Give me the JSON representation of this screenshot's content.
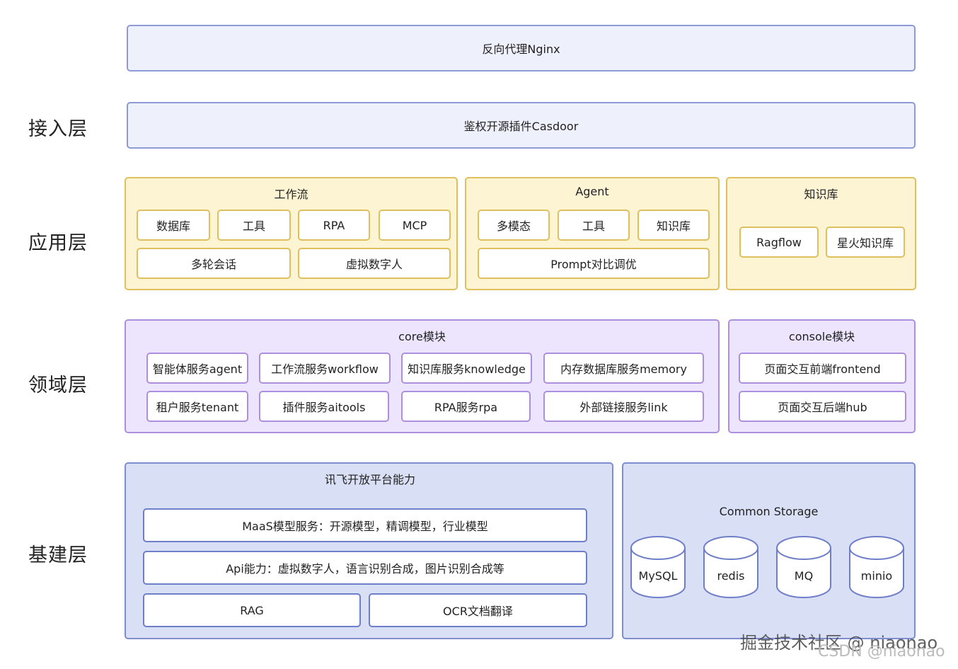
{
  "layers": {
    "access": "接入层",
    "application": "应用层",
    "domain": "领域层",
    "infrastructure": "基建层"
  },
  "access": {
    "nginx": "反向代理Nginx",
    "casdoor": "鉴权开源插件Casdoor"
  },
  "application": {
    "workflow": {
      "title": "工作流",
      "items": [
        "数据库",
        "工具",
        "RPA",
        "MCP",
        "多轮会话",
        "虚拟数字人"
      ]
    },
    "agent": {
      "title": "Agent",
      "items": [
        "多模态",
        "工具",
        "知识库",
        "Prompt对比调优"
      ]
    },
    "knowledge": {
      "title": "知识库",
      "items": [
        "Ragflow",
        "星火知识库"
      ]
    }
  },
  "domain": {
    "core": {
      "title": "core模块",
      "items": [
        "智能体服务agent",
        "工作流服务workflow",
        "知识库服务knowledge",
        "内存数据库服务memory",
        "租户服务tenant",
        "插件服务aitools",
        "RPA服务rpa",
        "外部链接服务link"
      ]
    },
    "console": {
      "title": "console模块",
      "items": [
        "页面交互前端frontend",
        "页面交互后端hub"
      ]
    }
  },
  "infrastructure": {
    "platform": {
      "title": "讯飞开放平台能力",
      "items": [
        "MaaS模型服务：开源模型，精调模型，行业模型",
        "Api能力：虚拟数字人，语言识别合成，图片识别合成等",
        "RAG",
        "OCR文档翻译"
      ]
    },
    "storage": {
      "title": "Common Storage",
      "items": [
        "MySQL",
        "redis",
        "MQ",
        "minio"
      ]
    }
  },
  "watermark": {
    "line1": "掘金技术社区 @ niaonao",
    "line2": "CSDN @niaonao"
  },
  "colors": {
    "access_fill": "#eef0fb",
    "access_border": "#8d9ad6",
    "application_fill": "#fdf4d3",
    "application_border": "#e0bf5e",
    "domain_fill": "#ede5fd",
    "domain_border": "#ad8fe0",
    "infra_fill": "#d9dff5",
    "infra_border": "#7e8cd0"
  }
}
